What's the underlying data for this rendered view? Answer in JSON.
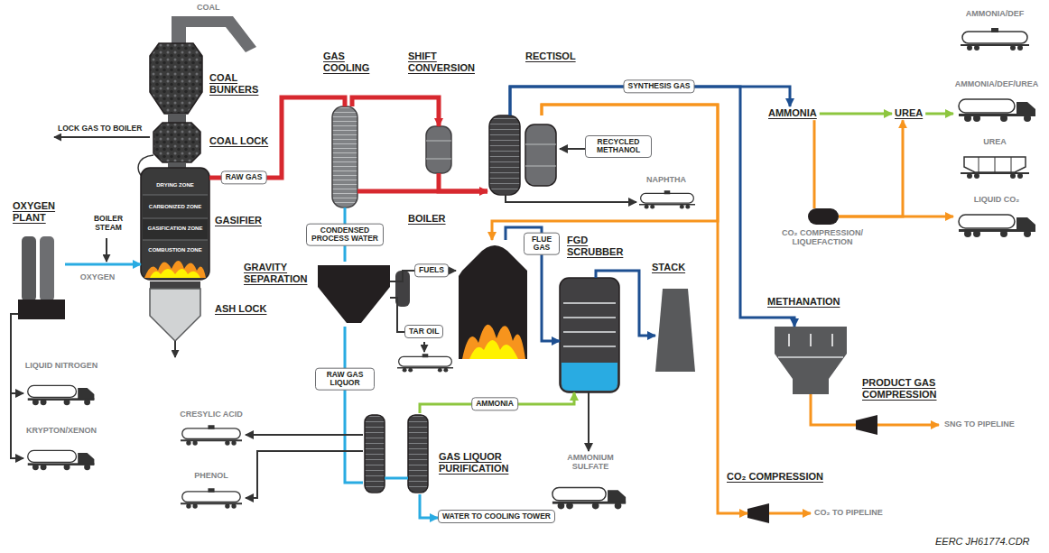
{
  "diagram": {
    "nodes": [
      {
        "text": [
          "COAL BUNKERS"
        ]
      },
      {
        "text": [
          "COAL LOCK"
        ]
      },
      {
        "text": [
          "GASIFIER",
          "DRYING ZONE",
          "CARBONIZED ZONE",
          "GASIFICATION ZONE",
          "COMBUSTION ZONE"
        ]
      },
      {
        "text": [
          "ASH LOCK"
        ]
      },
      {
        "text": [
          "OXYGEN PLANT"
        ]
      },
      {
        "text": [
          "LIQUID NITROGEN"
        ]
      },
      {
        "text": [
          "KRYPTON/XENON"
        ]
      },
      {
        "text": [
          "GAS COOLING"
        ]
      },
      {
        "text": [
          "SHIFT CONVERSION"
        ]
      },
      {
        "text": [
          "RECTISOL"
        ]
      },
      {
        "text": [
          "RECYCLED METHANOL"
        ]
      },
      {
        "text": [
          "NAPHTHA"
        ]
      },
      {
        "text": [
          "GRAVITY SEPARATION"
        ]
      },
      {
        "text": [
          "TAR OIL"
        ]
      },
      {
        "text": [
          "BOILER"
        ]
      },
      {
        "text": [
          "FGD SCRUBBER"
        ]
      },
      {
        "text": [
          "STACK"
        ]
      },
      {
        "text": [
          "GAS LIQUOR PURIFICATION"
        ]
      },
      {
        "text": [
          "CRESYLIC ACID"
        ]
      },
      {
        "text": [
          "PHENOL"
        ]
      },
      {
        "text": [
          "WATER TO COOLING TOWER"
        ]
      },
      {
        "text": [
          "AMMONIUM SULFATE"
        ]
      },
      {
        "text": [
          "AMMONIA"
        ]
      },
      {
        "text": [
          "UREA"
        ]
      },
      {
        "text": [
          "AMMONIA/DEF"
        ]
      },
      {
        "text": [
          "AMMONIA/DEF/UREA"
        ]
      },
      {
        "text": [
          "UREA"
        ]
      },
      {
        "text": [
          "CO₂ COMPRESSION/ LIQUEFACTION"
        ]
      },
      {
        "text": [
          "LIQUID CO₂"
        ]
      },
      {
        "text": [
          "METHANATION"
        ]
      },
      {
        "text": [
          "PRODUCT GAS COMPRESSION"
        ]
      },
      {
        "text": [
          "CO₂ COMPRESSION"
        ]
      }
    ],
    "edges": [
      {
        "from": 2,
        "to": 7,
        "label": "RAW GAS",
        "arrow": "none"
      },
      {
        "from": 7,
        "to": 8,
        "arrow": "to"
      },
      {
        "from": 7,
        "to": 9,
        "arrow": "to"
      },
      {
        "from": 8,
        "to": 9,
        "arrow": "none"
      },
      {
        "from": 10,
        "to": 9,
        "arrow": "to"
      },
      {
        "from": 9,
        "to": 11,
        "arrow": "to"
      },
      {
        "from": 9,
        "to": 22,
        "label": "SYNTHESIS GAS",
        "arrow": "to"
      },
      {
        "from": 9,
        "to": 29,
        "arrow": "to"
      },
      {
        "from": 9,
        "to": 31,
        "arrow": "to"
      },
      {
        "from": 9,
        "to": 14,
        "arrow": "to"
      },
      {
        "from": 22,
        "to": 23,
        "arrow": "to"
      },
      {
        "from": 23,
        "to": 25,
        "arrow": "to"
      },
      {
        "from": 22,
        "to": 27,
        "arrow": "none"
      },
      {
        "from": 27,
        "to": 28,
        "arrow": "to"
      },
      {
        "from": 27,
        "to": 23,
        "arrow": "to"
      },
      {
        "from": 29,
        "to": 30,
        "arrow": "none"
      },
      {
        "from": 7,
        "to": 12,
        "label": "CONDENSED PROCESS WATER",
        "arrow": "none"
      },
      {
        "from": 12,
        "to": 14,
        "label": "FUELS",
        "arrow": "to"
      },
      {
        "from": 12,
        "to": 13,
        "arrow": "none"
      },
      {
        "from": 14,
        "to": 15,
        "label": "FLUE GAS",
        "arrow": "to"
      },
      {
        "from": 15,
        "to": 16,
        "arrow": "to"
      },
      {
        "from": 15,
        "to": 21,
        "arrow": "to"
      },
      {
        "from": 12,
        "to": 17,
        "label": "RAW GAS LIQUOR",
        "arrow": "none"
      },
      {
        "from": 17,
        "to": 15,
        "label": "AMMONIA",
        "arrow": "to"
      },
      {
        "from": 17,
        "to": 18,
        "arrow": "to"
      },
      {
        "from": 17,
        "to": 19,
        "arrow": "to"
      },
      {
        "from": 17,
        "to": 20,
        "arrow": "to"
      },
      {
        "from": 4,
        "to": 2,
        "label": "OXYGEN",
        "arrow": "to"
      },
      {
        "from": 4,
        "to": 5,
        "arrow": "to"
      },
      {
        "from": 4,
        "to": 6,
        "arrow": "to"
      }
    ],
    "labels": [
      "COAL",
      "LOCK GAS TO BOILER",
      "BOILER STEAM",
      "SNG TO PIPELINE",
      "CO₂ TO PIPELINE",
      "EERC JH61774.CDR"
    ]
  }
}
